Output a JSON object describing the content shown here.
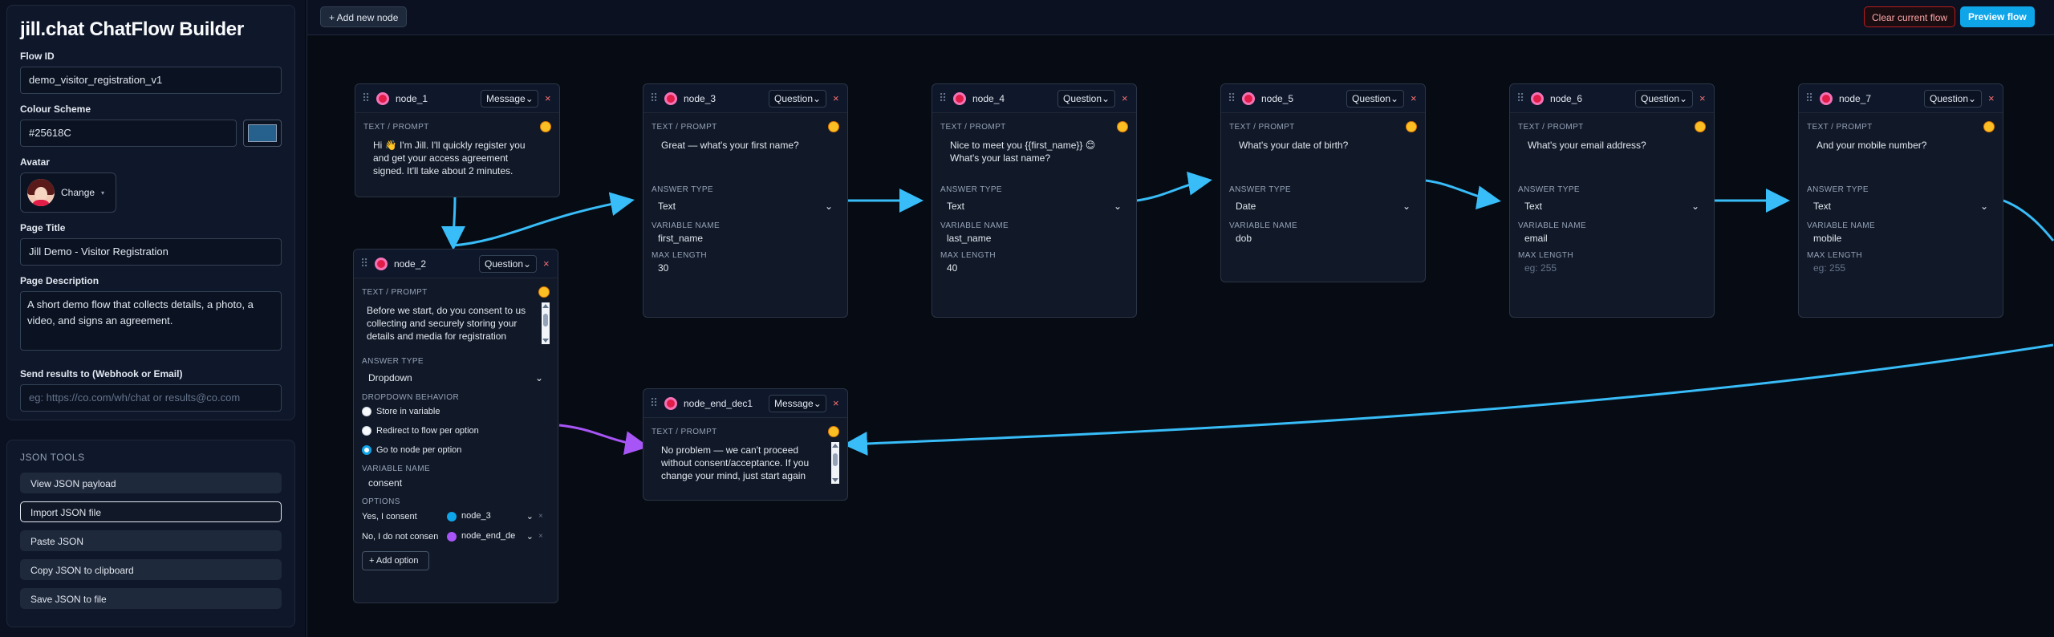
{
  "sidebar": {
    "app_title": "jill.chat ChatFlow Builder",
    "flow_id_label": "Flow ID",
    "flow_id_value": "demo_visitor_registration_v1",
    "colour_label": "Colour Scheme",
    "colour_value": "#25618C",
    "avatar_label": "Avatar",
    "avatar_change": "Change",
    "page_title_label": "Page Title",
    "page_title_value": "Jill Demo - Visitor Registration",
    "page_desc_label": "Page Description",
    "page_desc_value": "A short demo flow that collects details, a photo, a video, and signs an agreement.",
    "send_label": "Send results to (Webhook or Email)",
    "send_placeholder": "eg: https://co.com/wh/chat or results@co.com"
  },
  "tools": {
    "title": "JSON TOOLS",
    "view": "View JSON payload",
    "import": "Import JSON file",
    "paste": "Paste JSON",
    "copy": "Copy JSON to clipboard",
    "save": "Save JSON to file"
  },
  "topbar": {
    "add_node": "+ Add new node",
    "clear": "Clear current flow",
    "preview": "Preview flow"
  },
  "labels": {
    "text_prompt": "TEXT / PROMPT",
    "answer_type": "ANSWER TYPE",
    "variable_name": "VARIABLE NAME",
    "max_length": "MAX LENGTH",
    "dropdown_behavior": "DROPDOWN BEHAVIOR",
    "options": "OPTIONS"
  },
  "nodes": {
    "n1": {
      "id": "node_1",
      "type": "Message",
      "prompt": "Hi 👋 I'm Jill. I'll quickly register you and get your access agreement signed. It'll take about 2 minutes."
    },
    "n2": {
      "id": "node_2",
      "type": "Question",
      "prompt": "Before we start, do you consent to us collecting and securely storing your details and media for registration",
      "answer": "Dropdown",
      "behaviors": [
        "Store in variable",
        "Redirect to flow per option",
        "Go to node per option"
      ],
      "variable": "consent",
      "options": [
        {
          "label": "Yes, I consent",
          "target": "node_3",
          "color": "#0ea5e9"
        },
        {
          "label": "No, I do not consen",
          "target": "node_end_de",
          "color": "#a855f7"
        }
      ],
      "add_option": "+ Add option"
    },
    "n3": {
      "id": "node_3",
      "type": "Question",
      "prompt": "Great — what's your first name?",
      "answer": "Text",
      "variable": "first_name",
      "max": "30"
    },
    "n4": {
      "id": "node_4",
      "type": "Question",
      "prompt": "Nice to meet you {{first_name}} 😊 What's your last name?",
      "answer": "Text",
      "variable": "last_name",
      "max": "40"
    },
    "n5": {
      "id": "node_5",
      "type": "Question",
      "prompt": "What's your date of birth?",
      "answer": "Date",
      "variable": "dob"
    },
    "n6": {
      "id": "node_6",
      "type": "Question",
      "prompt": "What's your email address?",
      "answer": "Text",
      "variable": "email",
      "max_placeholder": "eg: 255"
    },
    "n7": {
      "id": "node_7",
      "type": "Question",
      "prompt": "And your mobile number?",
      "answer": "Text",
      "variable": "mobile",
      "max_placeholder": "eg: 255"
    },
    "nend": {
      "id": "node_end_dec1",
      "type": "Message",
      "prompt": "No problem — we can't proceed without consent/acceptance. If you change your mind, just start again"
    }
  },
  "colors": {
    "accent": "#0ea5e9",
    "edge": "#38bdf8",
    "alt_edge": "#a855f7",
    "danger": "#ef4444"
  }
}
